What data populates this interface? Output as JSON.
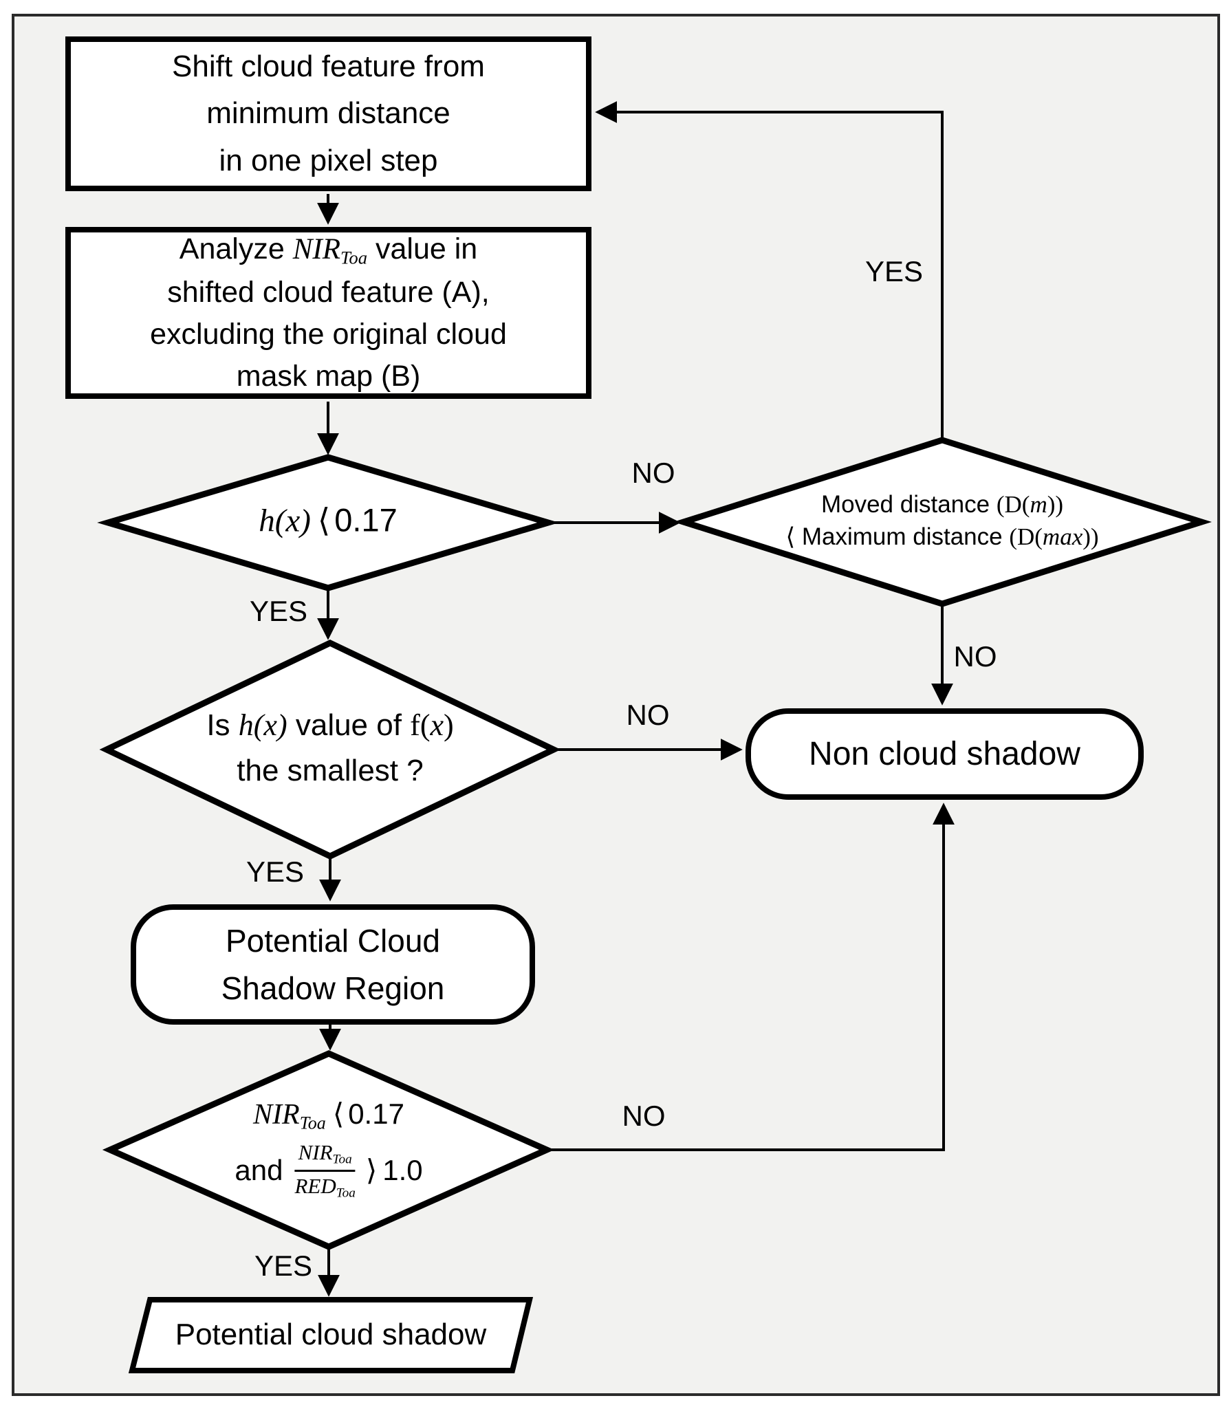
{
  "canvas": {
    "background": "#f2f2f0",
    "frame_border": "#2b2b2b",
    "shape_fill": "#ffffff",
    "stroke": "#000000"
  },
  "nodes": {
    "shift_box": {
      "line1": "Shift cloud feature from",
      "line2": "minimum distance",
      "line3": "in one pixel step"
    },
    "analyze_box": {
      "l1_pre": "Analyze ",
      "l1_math": "NIR",
      "l1_sub": "Toa",
      "l1_post": " value in",
      "l2": "shifted cloud feature (A),",
      "l3": "excluding the original cloud",
      "l4": "mask map (B)"
    },
    "hx_diamond": {
      "math": "h(x)",
      "op": "⟨",
      "value": "0.17"
    },
    "moved_diamond": {
      "l1_text": "Moved distance ",
      "l1_open": "(D(",
      "l1_var": "m",
      "l1_close": "))",
      "l2_op": "⟨ ",
      "l2_text": "Maximum distance ",
      "l2_open": "(D(",
      "l2_var": "max",
      "l2_close": "))"
    },
    "smallest_diamond": {
      "l1_pre": "Is ",
      "l1_math": "h(x)",
      "l1_mid": " value of ",
      "l1_fopen": "f(",
      "l1_fvar": "x",
      "l1_fclose": ")",
      "l2": "the smallest ?"
    },
    "non_cloud_box": {
      "label": "Non cloud shadow"
    },
    "pcsr_box": {
      "line1": "Potential Cloud",
      "line2": "Shadow Region"
    },
    "nir_diamond": {
      "l1_math": "NIR",
      "l1_sub": "Toa",
      "l1_op": "⟨",
      "l1_value": "0.17",
      "l2_and": "and",
      "num_math": "NIR",
      "num_sub": "Toa",
      "den_math": "RED",
      "den_sub": "Toa",
      "l2_op": "⟩",
      "l2_value": "1.0"
    },
    "output_shape": {
      "label": "Potential cloud shadow"
    }
  },
  "labels": {
    "yes_hx": "YES",
    "no_hx": "NO",
    "yes_moved": "YES",
    "no_moved": "NO",
    "no_smallest": "NO",
    "yes_smallest": "YES",
    "no_nir": "NO",
    "yes_nir": "YES"
  }
}
